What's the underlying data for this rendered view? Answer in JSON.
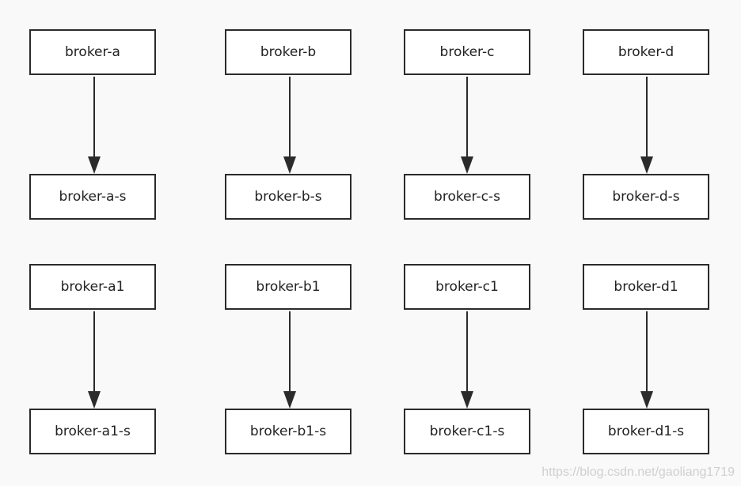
{
  "diagram": {
    "groups": [
      {
        "source": "broker-a",
        "target": "broker-a-s"
      },
      {
        "source": "broker-b",
        "target": "broker-b-s"
      },
      {
        "source": "broker-c",
        "target": "broker-c-s"
      },
      {
        "source": "broker-d",
        "target": "broker-d-s"
      },
      {
        "source": "broker-a1",
        "target": "broker-a1-s"
      },
      {
        "source": "broker-b1",
        "target": "broker-b1-s"
      },
      {
        "source": "broker-c1",
        "target": "broker-c1-s"
      },
      {
        "source": "broker-d1",
        "target": "broker-d1-s"
      }
    ]
  },
  "watermark": "https://blog.csdn.net/gaoliang1719"
}
